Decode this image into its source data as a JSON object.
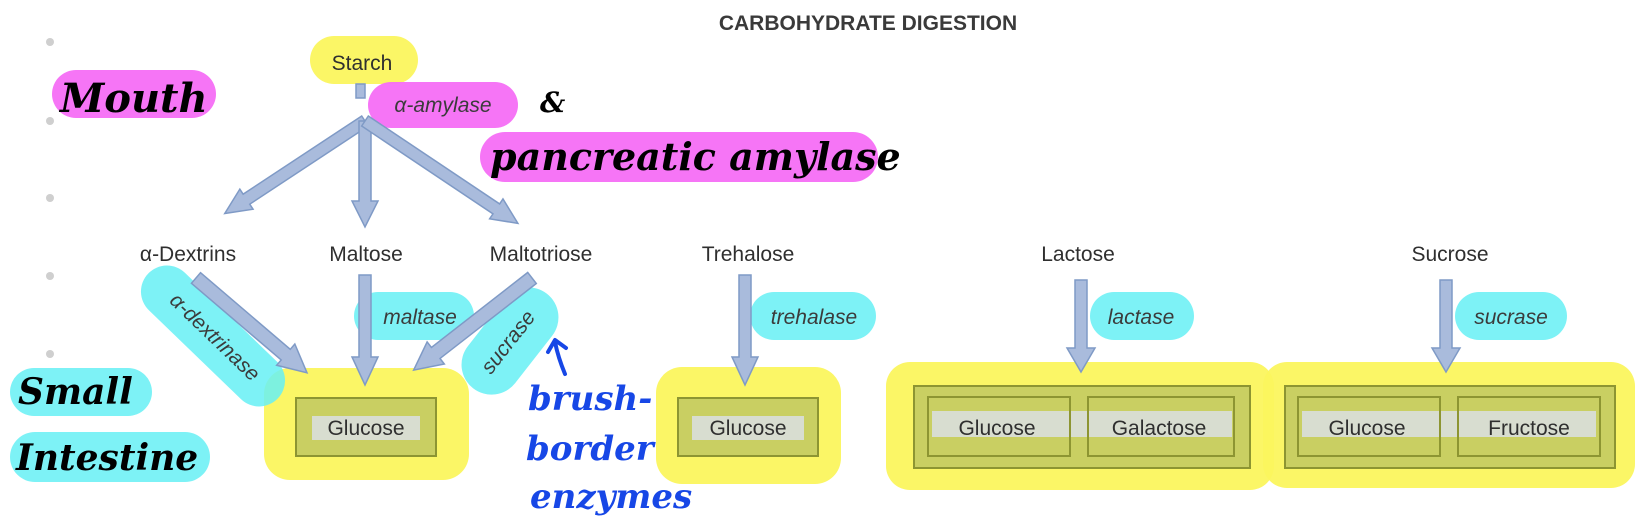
{
  "title": "CARBOHYDRATE DIGESTION",
  "colors": {
    "arrow_fill": "#a9bbdc",
    "arrow_stroke": "#7f9ac6",
    "highlight_yellow": "#fbf55e",
    "highlight_magenta": "#f56ef5",
    "highlight_cyan": "#66f0f5",
    "box_fill": "#c9cf62",
    "box_stroke": "#8d9532",
    "glucose_label_bg": "#d8ddd0",
    "handwriting_black": "#000000",
    "handwriting_blue": "#1747e6",
    "bullet": "#cfcfcf"
  },
  "nodes": {
    "starch": "Starch",
    "dextrins": "α-Dextrins",
    "maltose": "Maltose",
    "maltotriose": "Maltotriose",
    "trehalose": "Trehalose",
    "lactose": "Lactose",
    "sucrose": "Sucrose"
  },
  "enzymes": {
    "alpha_amylase": "α-amylase",
    "alpha_dextrinase": "α-dextrinase",
    "maltase": "maltase",
    "sucrase_left": "sucrase",
    "trehalase": "trehalase",
    "lactase": "lactase",
    "sucrase_right": "sucrase"
  },
  "products": {
    "glucose_1": "Glucose",
    "glucose_2": "Glucose",
    "glucose_3": "Glucose",
    "galactose": "Galactose",
    "glucose_4": "Glucose",
    "fructose": "Fructose"
  },
  "annotations": {
    "mouth": "Mouth",
    "ampersand": "&",
    "pancreatic_amylase": "pancreatic amylase",
    "small": "Small",
    "intestine": "Intestine",
    "brush": "brush-",
    "border": "border",
    "enzymes": "enzymes"
  }
}
